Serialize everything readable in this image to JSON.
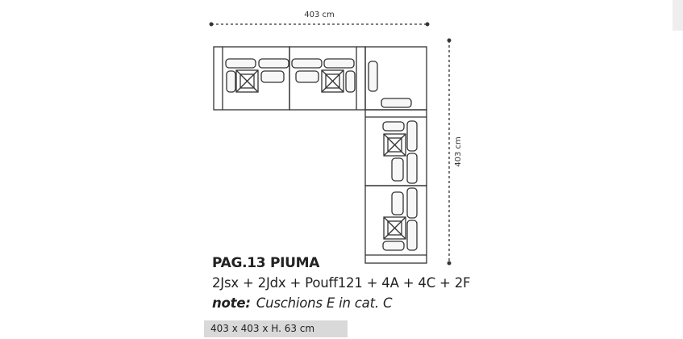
{
  "dimensions": {
    "width_label": "403 cm",
    "depth_label": "403 cm"
  },
  "product": {
    "title": "PAG.13 PIUMA",
    "composition": "2Jsx + 2Jdx + Pouff121 + 4A + 4C + 2F",
    "note_key": "note:",
    "note_text": "Cuschions E in cat. C",
    "overall_size": "403 x 403 x H. 63 cm"
  },
  "colors": {
    "outline": "#333333",
    "cushion_fill": "#f7f7f7",
    "size_bar": "#d9d9d9"
  }
}
